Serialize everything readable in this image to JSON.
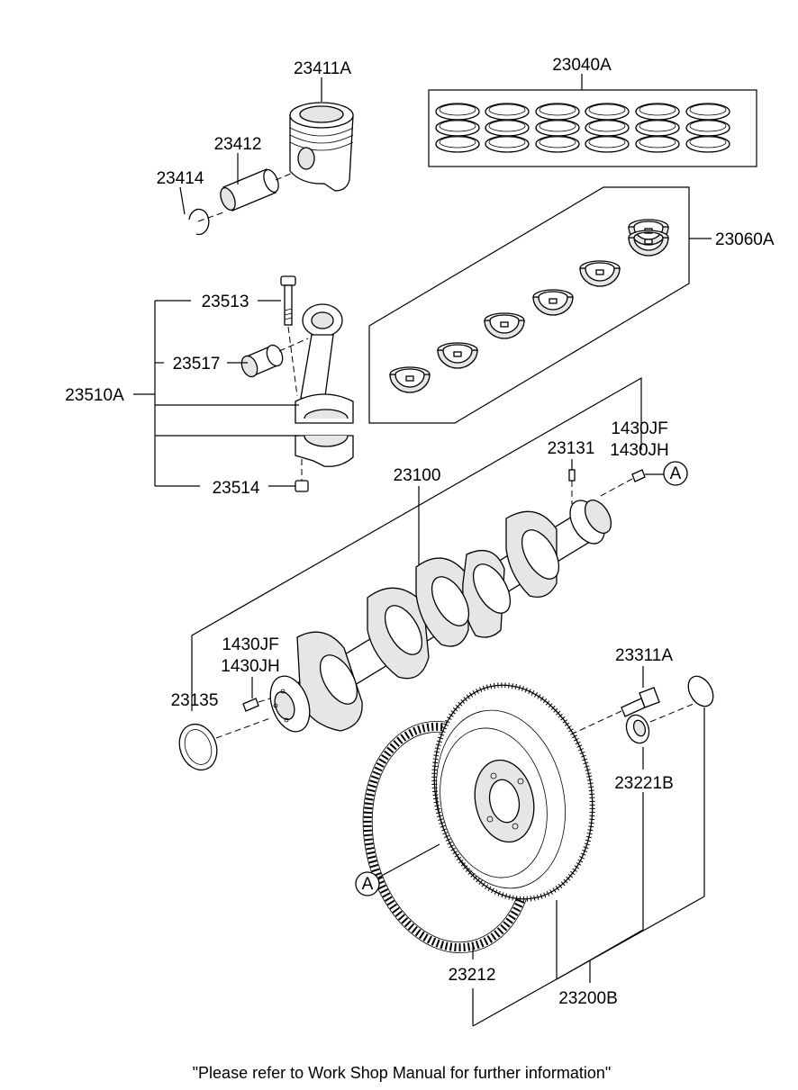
{
  "parts": {
    "piston": "23411A",
    "piston_pin": "23412",
    "snap_ring": "23414",
    "piston_ring_set": "23040A",
    "bearing_set": "23060A",
    "rod_bolt": "23513",
    "rod_bushing": "23517",
    "connecting_rod_assy": "23510A",
    "rod_nut": "23514",
    "plug_right_1": "1430JF",
    "plug_right_2": "1430JH",
    "crank_key": "23131",
    "crankshaft": "23100",
    "plug_left_1": "1430JF",
    "plug_left_2": "1430JH",
    "oil_seal": "23135",
    "flywheel_bolt": "23311A",
    "pilot_bearing": "23221B",
    "ring_gear": "23212",
    "flywheel_assy": "23200B"
  },
  "markers": {
    "a_right": "A",
    "a_left": "A"
  },
  "note": "\"Please refer to Work Shop Manual for further information\""
}
